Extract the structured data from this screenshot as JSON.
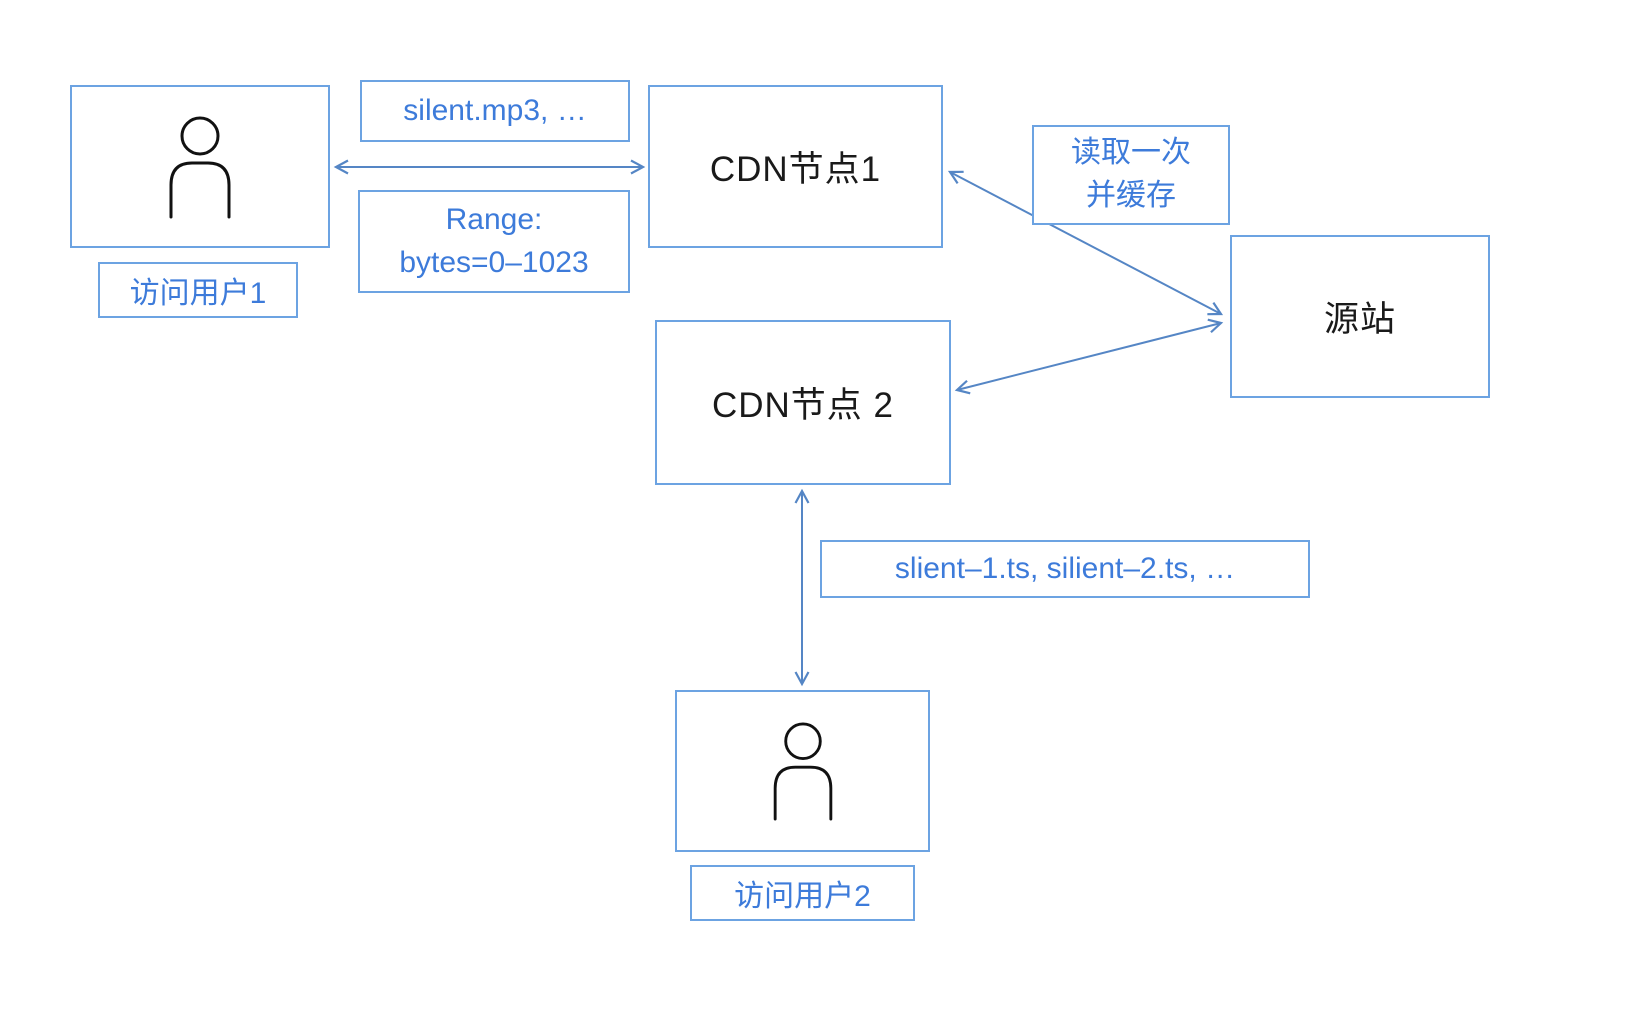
{
  "nodes": {
    "user1": {
      "label": "访问用户1",
      "icon": "user-icon"
    },
    "cdn1": {
      "label": "CDN节点1"
    },
    "cdn2": {
      "label": "CDN节点 2"
    },
    "origin": {
      "label": "源站"
    },
    "user2": {
      "label": "访问用户2",
      "icon": "user-icon"
    }
  },
  "edge_labels": {
    "request_file": "silent.mp3, …",
    "range_line1": "Range:",
    "range_line2": "bytes=0–1023",
    "cache_line1": "读取一次",
    "cache_line2": "并缓存",
    "ts_segments": "slient–1.ts, silient–2.ts, …"
  },
  "edges": [
    {
      "from": "user1",
      "to": "cdn1",
      "direction": "bidirectional"
    },
    {
      "from": "cdn1",
      "to": "origin",
      "direction": "bidirectional"
    },
    {
      "from": "cdn2",
      "to": "origin",
      "direction": "bidirectional"
    },
    {
      "from": "cdn2",
      "to": "user2",
      "direction": "bidirectional"
    }
  ],
  "colors": {
    "box_border": "#6CA3E2",
    "label_text": "#3D7BDA",
    "node_text": "#1a1a1a",
    "arrow": "#5586C5",
    "background": "#ffffff"
  }
}
